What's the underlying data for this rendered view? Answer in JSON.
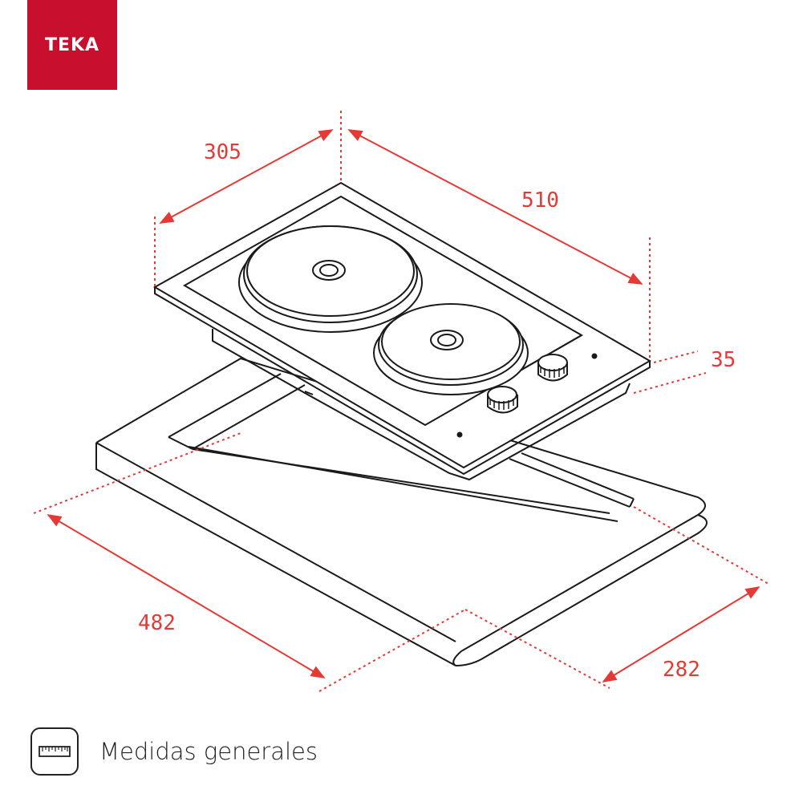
{
  "logo": {
    "text": "TEKA",
    "bg_color": "#c8102e"
  },
  "dimensions": {
    "depth": "305",
    "width": "510",
    "height": "35",
    "cutout_width": "482",
    "cutout_depth": "282"
  },
  "caption": {
    "icon": "ruler-icon",
    "text": "Medidas generales"
  },
  "colors": {
    "accent": "#e53935",
    "line": "#1a1a1a"
  }
}
